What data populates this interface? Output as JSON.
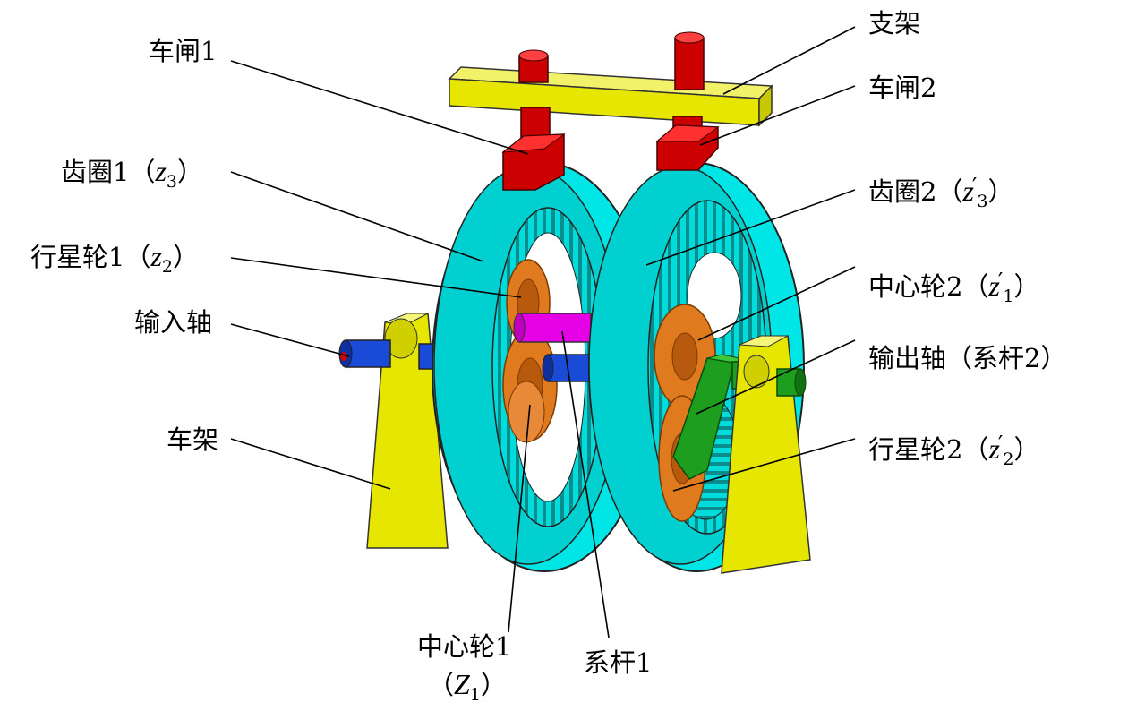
{
  "labels": {
    "brake1": "车闸1",
    "bracket": "支架",
    "brake2": "车闸2",
    "ring1": {
      "text": "齿圈1",
      "sym": "z",
      "sub": "3",
      "prime": ""
    },
    "ring2": {
      "text": "齿圈2",
      "sym": "z",
      "sub": "3",
      "prime": "′"
    },
    "planet1": {
      "text": "行星轮1",
      "sym": "z",
      "sub": "2",
      "prime": ""
    },
    "sun2": {
      "text": "中心轮2",
      "sym": "z",
      "sub": "1",
      "prime": "′"
    },
    "input_shaft": "输入轴",
    "output_shaft": "输出轴（系杆2）",
    "frame": "车架",
    "planet2": {
      "text": "行星轮2",
      "sym": "z",
      "sub": "2",
      "prime": "′"
    },
    "sun1": {
      "text": "中心轮1",
      "sym": "Z",
      "sub": "1",
      "prime": ""
    },
    "carrier1": "系杆1",
    "paren_open": "（",
    "paren_close": "）"
  },
  "colors": {
    "ring": "#00E5E5",
    "frame": "#E6E600",
    "brake": "#CC0000",
    "gear": "#E07A1F",
    "carrier2": "#1E9E1E",
    "carrier1": "#E600E6",
    "shaft": "#1A4BD6"
  }
}
